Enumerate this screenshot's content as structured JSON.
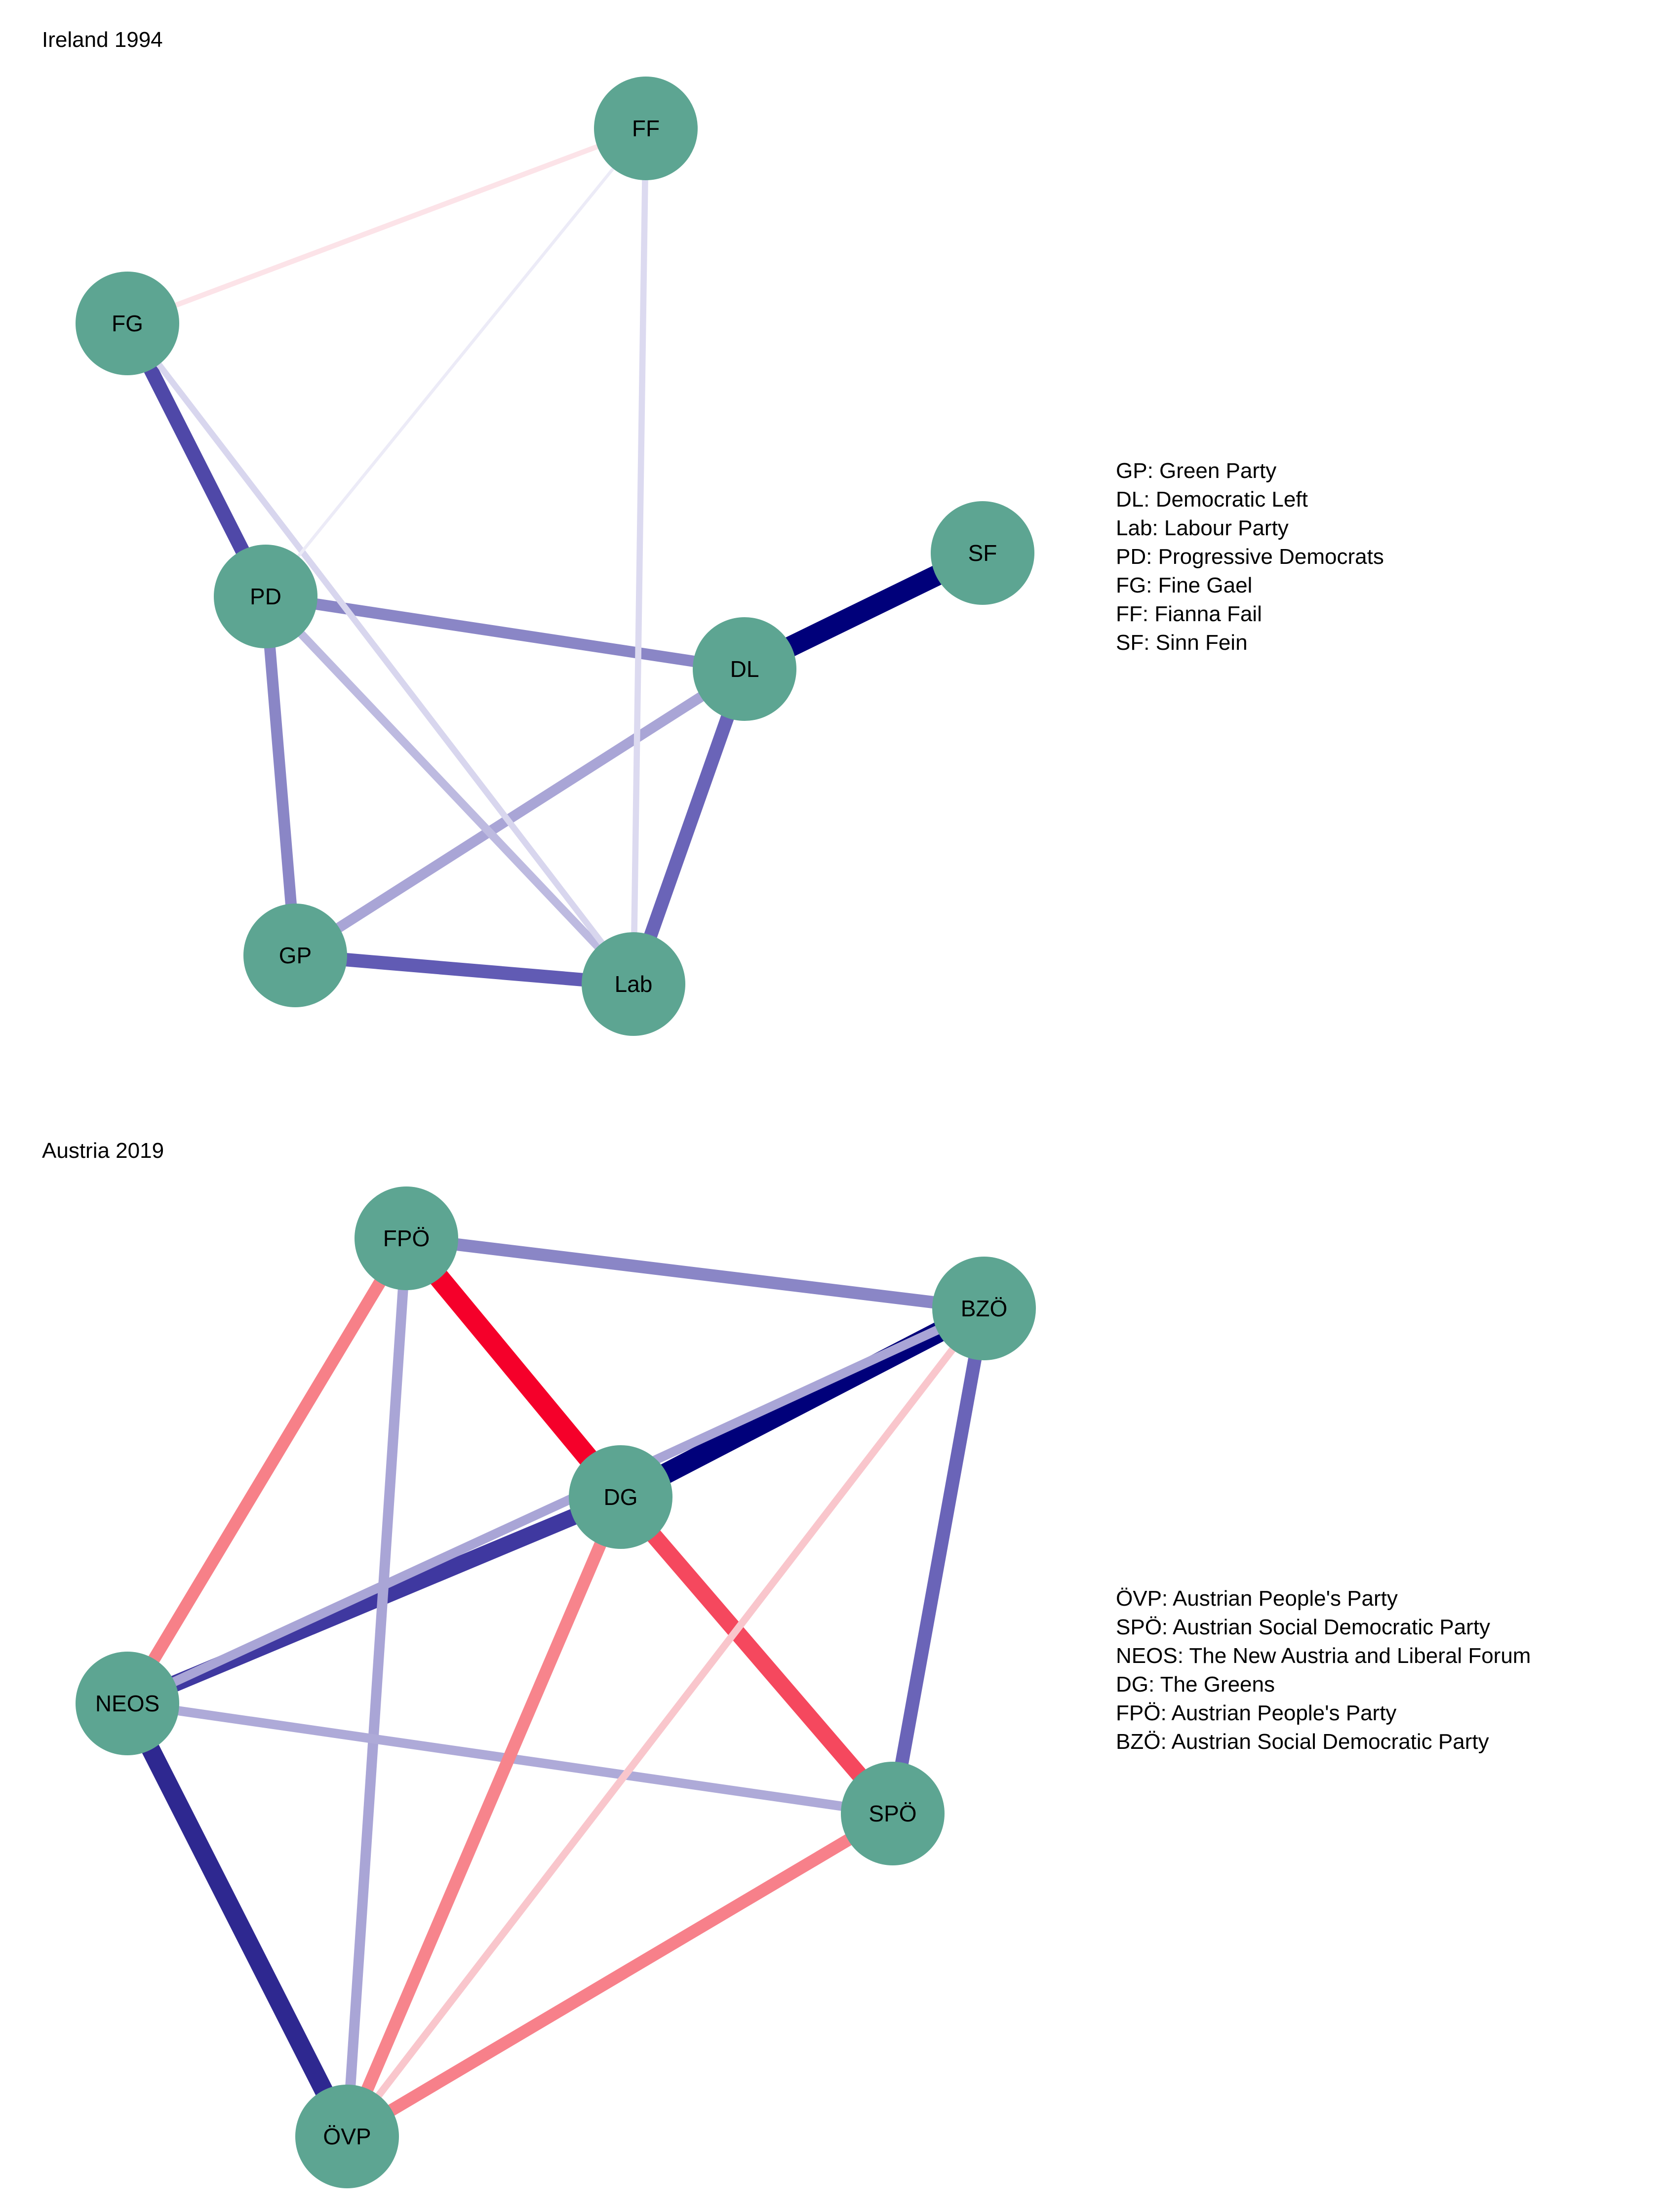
{
  "panels": [
    {
      "title": "Ireland 1994",
      "nodes": [
        "FF",
        "FG",
        "PD",
        "SF",
        "DL",
        "GP",
        "Lab"
      ],
      "edges": [
        {
          "from": "DL",
          "to": "SF",
          "color": "#00007a",
          "weight": 10
        },
        {
          "from": "FG",
          "to": "PD",
          "color": "#4f48a8",
          "weight": 7
        },
        {
          "from": "DL",
          "to": "Lab",
          "color": "#6a64b8",
          "weight": 6.5
        },
        {
          "from": "GP",
          "to": "Lab",
          "color": "#615bb4",
          "weight": 6.5
        },
        {
          "from": "PD",
          "to": "DL",
          "color": "#8a86c6",
          "weight": 5.5
        },
        {
          "from": "PD",
          "to": "GP",
          "color": "#8a86c6",
          "weight": 5.5
        },
        {
          "from": "GP",
          "to": "DL",
          "color": "#a9a5d6",
          "weight": 5
        },
        {
          "from": "PD",
          "to": "Lab",
          "color": "#bdbae0",
          "weight": 4
        },
        {
          "from": "FG",
          "to": "Lab",
          "color": "#d8d6ee",
          "weight": 3
        },
        {
          "from": "FF",
          "to": "Lab",
          "color": "#dcdaf0",
          "weight": 3
        },
        {
          "from": "FF",
          "to": "FG",
          "color": "#fce3e8",
          "weight": 2.5
        },
        {
          "from": "FF",
          "to": "PD",
          "color": "#ecebf7",
          "weight": 1.5
        }
      ],
      "legend": [
        "GP: Green Party",
        "DL: Democratic Left",
        "Lab: Labour Party",
        "PD: Progressive Democrats",
        "FG: Fine Gael",
        "FF: Fianna Fail",
        "SF: Sinn Fein"
      ]
    },
    {
      "title": "Austria 2019",
      "nodes": [
        "FPÖ",
        "BZÖ",
        "DG",
        "NEOS",
        "SPÖ",
        "ÖVP"
      ],
      "edges": [
        {
          "from": "FPÖ",
          "to": "DG",
          "color": "#f5002a",
          "weight": 10
        },
        {
          "from": "BZÖ",
          "to": "DG",
          "color": "#00007a",
          "weight": 10
        },
        {
          "from": "NEOS",
          "to": "ÖVP",
          "color": "#2e2890",
          "weight": 9
        },
        {
          "from": "NEOS",
          "to": "DG",
          "color": "#3f38a0",
          "weight": 8
        },
        {
          "from": "DG",
          "to": "SPÖ",
          "color": "#f5485e",
          "weight": 8
        },
        {
          "from": "FPÖ",
          "to": "BZÖ",
          "color": "#8a86c6",
          "weight": 6
        },
        {
          "from": "BZÖ",
          "to": "SPÖ",
          "color": "#6a64b8",
          "weight": 6.5
        },
        {
          "from": "FPÖ",
          "to": "NEOS",
          "color": "#f78088",
          "weight": 6
        },
        {
          "from": "FPÖ",
          "to": "ÖVP",
          "color": "#a9a5d6",
          "weight": 5
        },
        {
          "from": "NEOS",
          "to": "BZÖ",
          "color": "#a9a5d6",
          "weight": 4.5
        },
        {
          "from": "NEOS",
          "to": "SPÖ",
          "color": "#aeaad8",
          "weight": 4.5
        },
        {
          "from": "DG",
          "to": "ÖVP",
          "color": "#f7848c",
          "weight": 6
        },
        {
          "from": "SPÖ",
          "to": "ÖVP",
          "color": "#f7808a",
          "weight": 6
        },
        {
          "from": "BZÖ",
          "to": "ÖVP",
          "color": "#f9c6cc",
          "weight": 3.5
        }
      ],
      "legend": [
        "ÖVP: Austrian People's Party",
        "SPÖ: Austrian Social Democratic Party",
        "NEOS: The New Austria and Liberal Forum",
        "DG: The Greens",
        "FPÖ: Austrian People's Party",
        "BZÖ: Austrian Social Democratic Party"
      ]
    }
  ],
  "colors": {
    "node_fill": "#5da592",
    "background": "#ffffff"
  }
}
